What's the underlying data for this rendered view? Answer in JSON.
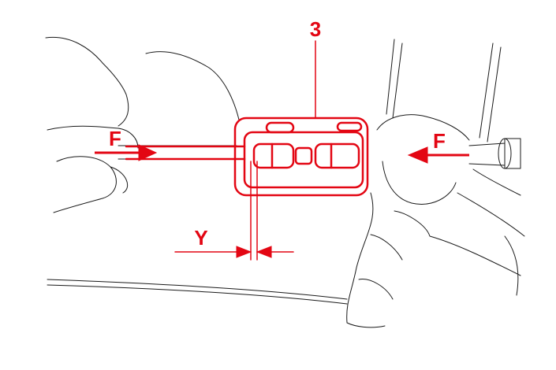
{
  "labels": {
    "callout_number": "3",
    "force_left": "F",
    "force_right": "F",
    "gap_label": "Y"
  },
  "colors": {
    "highlight": "#e30613",
    "outline": "#1a1a1a",
    "background": "#ffffff"
  }
}
